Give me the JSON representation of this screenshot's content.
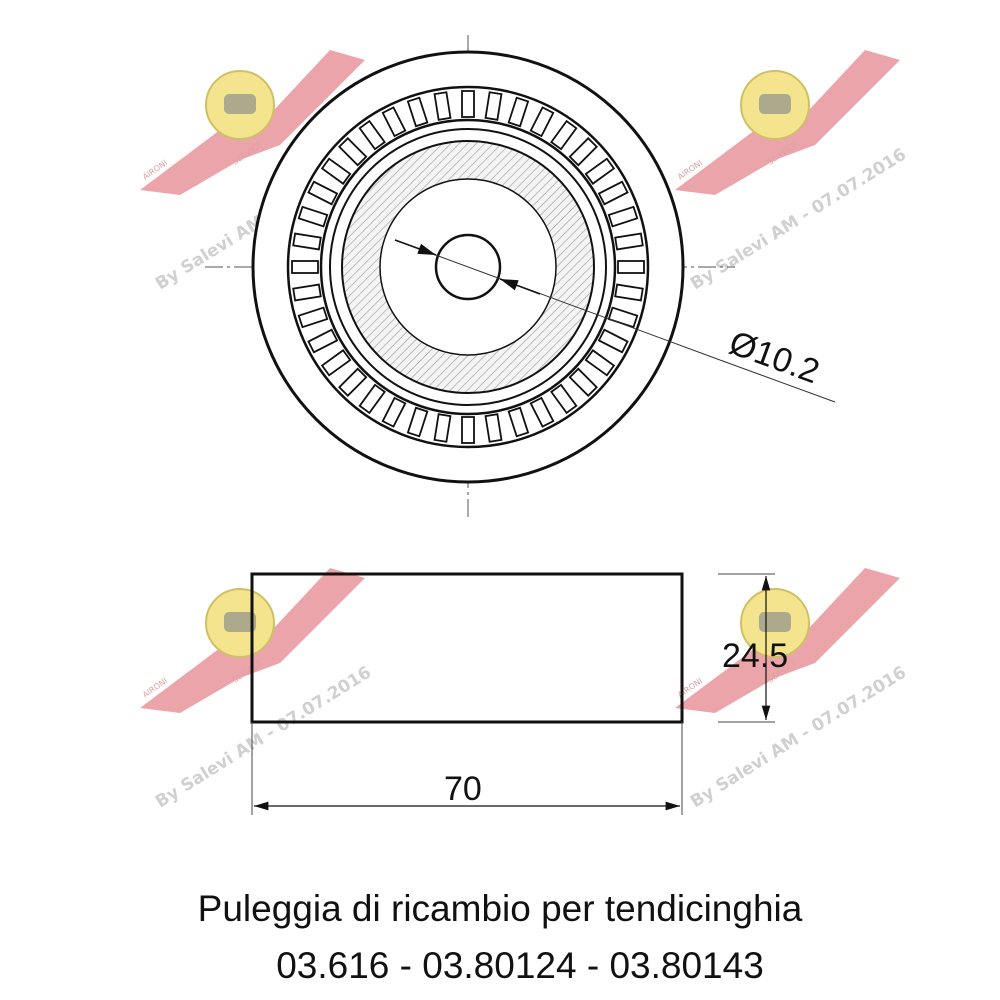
{
  "dimensions": {
    "bore_diameter": "Ø10.2",
    "width": "70",
    "height": "24.5"
  },
  "watermark": {
    "text": "By Salevi AM - 07.07.2016",
    "logo_left": "AIRONI",
    "logo_right": "SERVICE",
    "logo_color": "#e0707a",
    "badge_color": "#f2e07a"
  },
  "caption": {
    "line1": "Puleggia di ricambio per tendicinghia",
    "line2": "03.616 - 03.80124 - 03.80143"
  }
}
